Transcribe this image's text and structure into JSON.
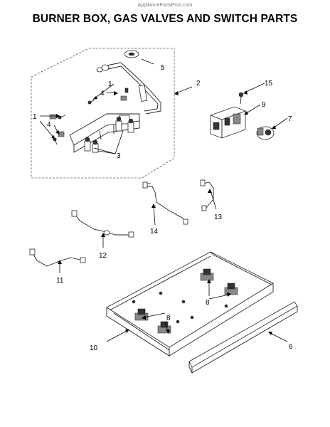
{
  "watermark": "AppliancePartsPros.com",
  "title": "BURNER BOX, GAS VALVES AND SWITCH PARTS",
  "callouts": {
    "c1a": "1",
    "c1b": "1",
    "c2": "2",
    "c3": "3",
    "c4a": "4",
    "c4b": "4",
    "c5": "5",
    "c6": "6",
    "c7": "7",
    "c8a": "8",
    "c8b": "8",
    "c9": "9",
    "c10": "10",
    "c11": "11",
    "c12": "12",
    "c13": "13",
    "c14": "14",
    "c15": "15"
  }
}
